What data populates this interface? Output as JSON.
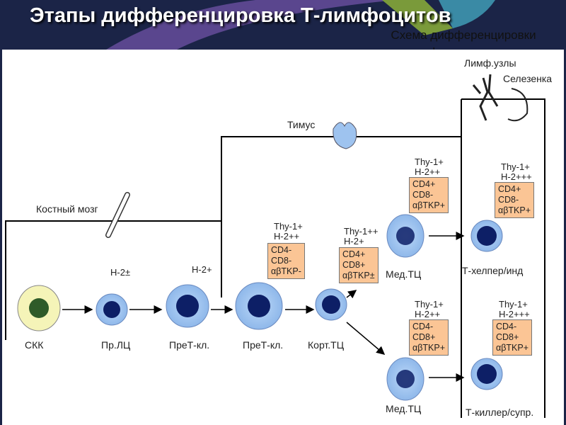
{
  "title": "Этапы дифференцировка Т-лимфоцитов",
  "subtitle_line1": "Схема дифференцировки",
  "subtitle_line2": "лимфоидных клеток",
  "organs": {
    "bone_marrow": "Костный мозг",
    "thymus": "Тимус",
    "lymph_nodes": "Лимф.узлы",
    "spleen": "Селезенка"
  },
  "cells": {
    "skk": "СКК",
    "pr_lc": "Пр.ЛЦ",
    "pret1": "ПреТ-кл.",
    "pret2": "ПреТ-кл.",
    "kort": "Корт.ТЦ",
    "med1": "Мед.ТЦ",
    "med2": "Мед.ТЦ",
    "helper": "Т-хелпер/инд",
    "killer": "Т-киллер/супр."
  },
  "markers": {
    "pr_lc": "H-2±",
    "pret1": "H-2+",
    "pret2_top": "Thy-1+\nH-2++",
    "pret2_box": "CD4-\nCD8-\nαβTKP-",
    "kort_top": "Thy-1++\nH-2+",
    "kort_box": "CD4+\nCD8+\nαβTKP±",
    "med1_top": "Thy-1+\nH-2++",
    "med1_box": "CD4+\nCD8-\nαβTKP+",
    "helper_top": "Thy-1+\nH-2+++",
    "helper_box": "CD4+\nCD8-\nαβTKP+",
    "med2_top": "Thy-1+\nH-2++",
    "med2_box": "CD4-\nCD8+\nαβTKP+",
    "killer_top": "Thy-1+\nH-2+++",
    "killer_box": "CD4-\nCD8+\nαβTKP+"
  }
}
